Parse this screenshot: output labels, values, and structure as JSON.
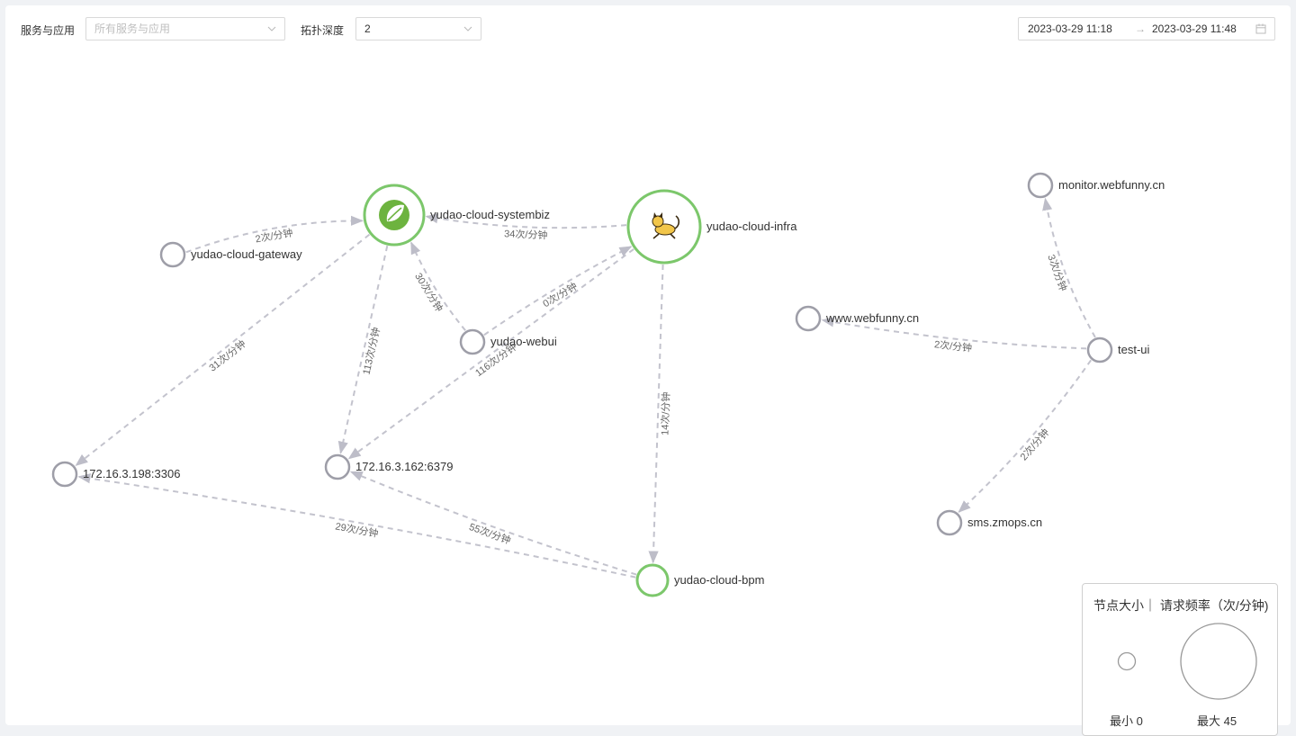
{
  "toolbar": {
    "service_label": "服务与应用",
    "service_placeholder": "所有服务与应用",
    "depth_label": "拓扑深度",
    "depth_value": "2",
    "time_start": "2023-03-29 11:18",
    "time_arrow": "→",
    "time_end": "2023-03-29 11:48"
  },
  "colors": {
    "accent_node": "#7cc76b",
    "plain_node": "#9e9ea8",
    "edge": "#c3c3cd",
    "edge_label": "#666666"
  },
  "nodes": [
    {
      "id": "systembiz",
      "label": "yudao-cloud-systembiz",
      "kind": "spring",
      "highlight": true,
      "icon": "spring-leaf-icon"
    },
    {
      "id": "infra",
      "label": "yudao-cloud-infra",
      "kind": "tomcat",
      "highlight": true,
      "icon": "tomcat-icon"
    },
    {
      "id": "gateway",
      "label": "yudao-cloud-gateway",
      "kind": "plain",
      "highlight": false
    },
    {
      "id": "webui",
      "label": "yudao-webui",
      "kind": "plain",
      "highlight": false
    },
    {
      "id": "mysql",
      "label": "172.16.3.198:3306",
      "kind": "plain",
      "highlight": false
    },
    {
      "id": "redis",
      "label": "172.16.3.162:6379",
      "kind": "plain",
      "highlight": false
    },
    {
      "id": "bpm",
      "label": "yudao-cloud-bpm",
      "kind": "plain",
      "highlight": true
    },
    {
      "id": "monitor",
      "label": "monitor.webfunny.cn",
      "kind": "plain",
      "highlight": false
    },
    {
      "id": "www",
      "label": "www.webfunny.cn",
      "kind": "plain",
      "highlight": false
    },
    {
      "id": "testui",
      "label": "test-ui",
      "kind": "plain",
      "highlight": false
    },
    {
      "id": "sms",
      "label": "sms.zmops.cn",
      "kind": "plain",
      "highlight": false
    }
  ],
  "edges": [
    {
      "from": "gateway",
      "to": "systembiz",
      "label": "2次/分钟"
    },
    {
      "from": "infra",
      "to": "systembiz",
      "label": "34次/分钟"
    },
    {
      "from": "webui",
      "to": "systembiz",
      "label": "30次/分钟"
    },
    {
      "from": "webui",
      "to": "infra",
      "label": "0次/分钟"
    },
    {
      "from": "systembiz",
      "to": "mysql",
      "label": "31次/分钟"
    },
    {
      "from": "systembiz",
      "to": "redis",
      "label": "113次/分钟"
    },
    {
      "from": "infra",
      "to": "redis",
      "label": "116次/分钟"
    },
    {
      "from": "infra",
      "to": "bpm",
      "label": "14次/分钟"
    },
    {
      "from": "bpm",
      "to": "mysql",
      "label": "29次/分钟"
    },
    {
      "from": "bpm",
      "to": "redis",
      "label": "55次/分钟"
    },
    {
      "from": "testui",
      "to": "monitor",
      "label": "3次/分钟"
    },
    {
      "from": "testui",
      "to": "www",
      "label": "2次/分钟"
    },
    {
      "from": "testui",
      "to": "sms",
      "label": "2次/分钟"
    }
  ],
  "legend": {
    "title": "节点大小｜ 请求频率（次/分钟)",
    "min_label": "最小 0",
    "max_label": "最大 45"
  }
}
